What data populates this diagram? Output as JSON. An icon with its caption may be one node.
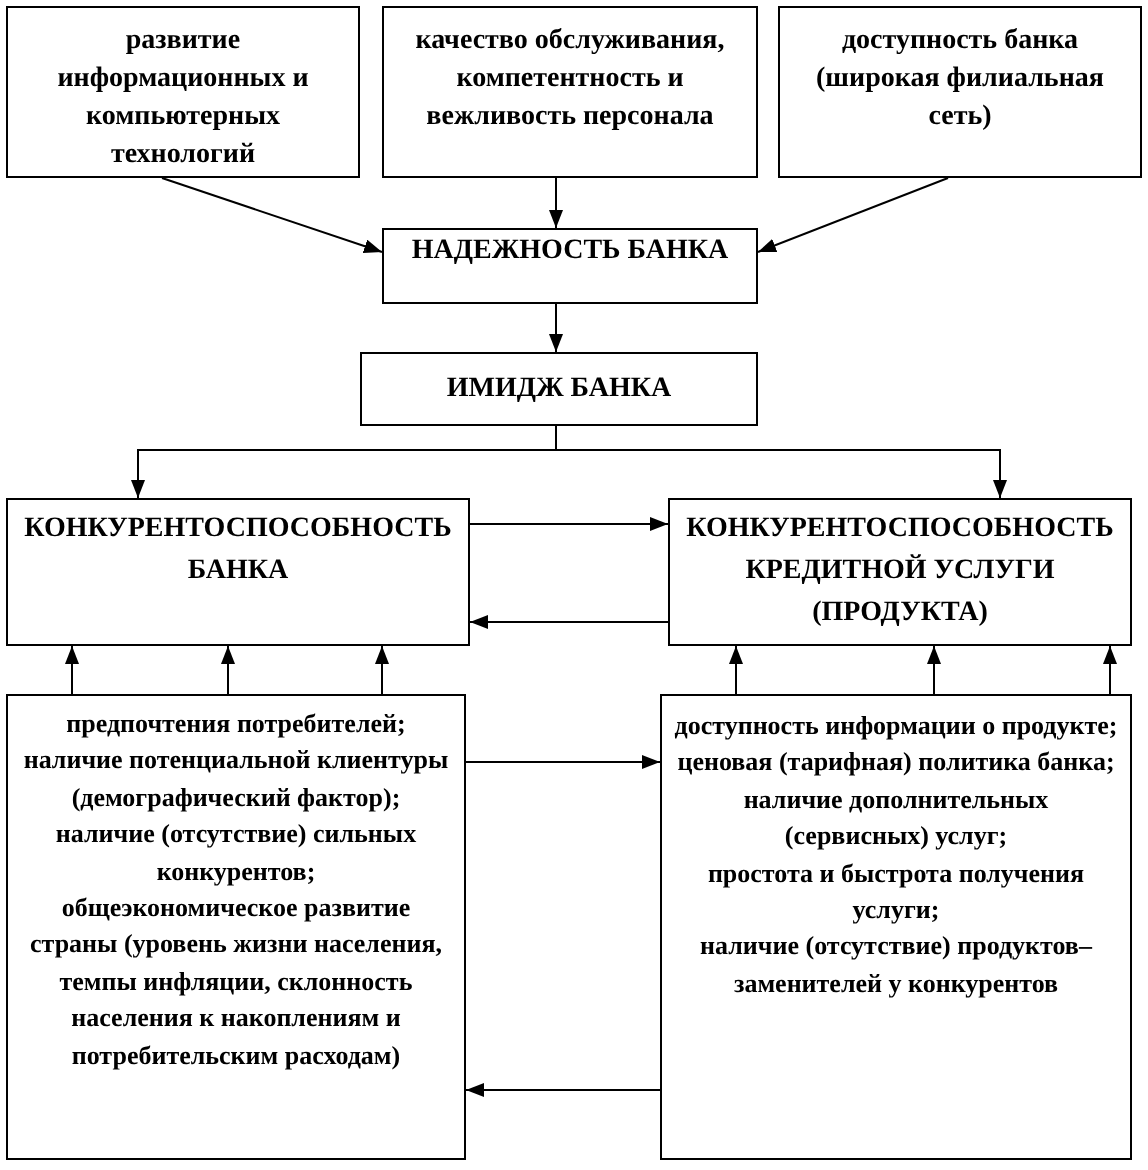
{
  "diagram": {
    "nodes": [
      {
        "text": [
          "развитие информационных и компьютерных технологий"
        ]
      },
      {
        "text": [
          "качество обслуживания, компетентность и вежливость персонала"
        ]
      },
      {
        "text": [
          "доступность банка (широкая филиальная сеть)"
        ]
      },
      {
        "text": [
          "НАДЕЖНОСТЬ БАНКА"
        ]
      },
      {
        "text": [
          "ИМИДЖ БАНКА"
        ]
      },
      {
        "text": [
          "КОНКУРЕНТОСПОСОБНОСТЬ БАНКА"
        ]
      },
      {
        "text": [
          "КОНКУРЕНТОСПОСОБНОСТЬ КРЕДИТНОЙ УСЛУГИ (ПРОДУКТА)"
        ]
      },
      {
        "text": [
          "предпочтения потребителей;",
          "наличие потенциальной клиентуры (демографический фактор);",
          "наличие (отсутствие) сильных конкурентов;",
          "общеэкономическое развитие страны (уровень жизни населения, темпы инфляции, склонность населения к накоплениям и потребительским расходам)"
        ]
      },
      {
        "text": [
          "доступность информации о продукте;",
          "ценовая (тарифная) политика банка;",
          "наличие дополнительных (сервисных) услуг;",
          "простота и быстрота получения услуги;",
          "наличие (отсутствие) продуктов–заменителей у конкурентов"
        ]
      }
    ],
    "edges": [
      {
        "from": 0,
        "to": 3,
        "arrow": "to"
      },
      {
        "from": 1,
        "to": 3,
        "arrow": "to"
      },
      {
        "from": 2,
        "to": 3,
        "arrow": "to"
      },
      {
        "from": 3,
        "to": 4,
        "arrow": "to"
      },
      {
        "from": 4,
        "to": 5,
        "arrow": "to"
      },
      {
        "from": 4,
        "to": 6,
        "arrow": "to"
      },
      {
        "from": 5,
        "to": 6,
        "arrow": "to"
      },
      {
        "from": 6,
        "to": 5,
        "arrow": "to"
      },
      {
        "from": 7,
        "to": 5,
        "arrow": "to"
      },
      {
        "from": 7,
        "to": 5,
        "arrow": "to"
      },
      {
        "from": 7,
        "to": 5,
        "arrow": "to"
      },
      {
        "from": 7,
        "to": 8,
        "arrow": "to"
      },
      {
        "from": 8,
        "to": 7,
        "arrow": "to"
      },
      {
        "from": 8,
        "to": 6,
        "arrow": "to"
      },
      {
        "from": 8,
        "to": 6,
        "arrow": "to"
      },
      {
        "from": 8,
        "to": 6,
        "arrow": "to"
      }
    ]
  }
}
